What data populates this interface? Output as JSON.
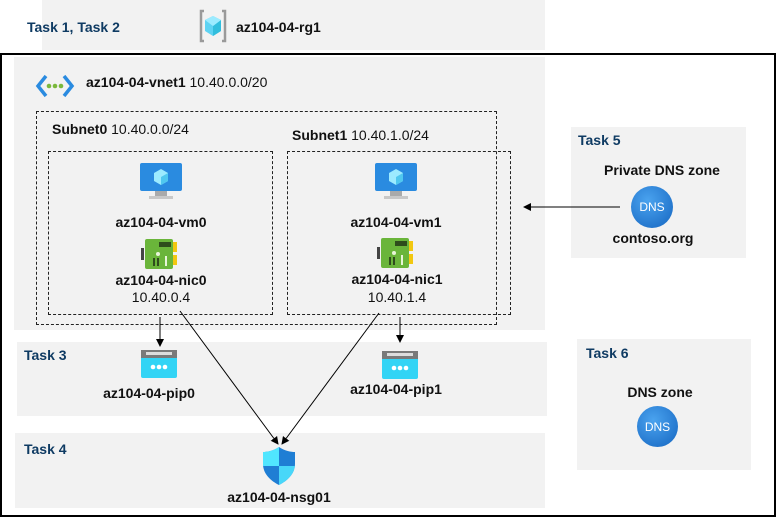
{
  "resource_group": {
    "task": "Task 1, Task 2",
    "name": "az104-04-rg1",
    "icon": "resource-group-icon"
  },
  "vnet": {
    "name": "az104-04-vnet1",
    "cidr": "10.40.0.0/20",
    "icon": "virtual-network-icon"
  },
  "subnets": [
    {
      "name": "Subnet0",
      "cidr": "10.40.0.0/24",
      "vm": "az104-04-vm0",
      "nic": "az104-04-nic0",
      "ip": "10.40.0.4"
    },
    {
      "name": "Subnet1",
      "cidr": "10.40.1.0/24",
      "vm": "az104-04-vm1",
      "nic": "az104-04-nic1",
      "ip": "10.40.1.4"
    }
  ],
  "task3": {
    "label": "Task 3",
    "pips": [
      "az104-04-pip0",
      "az104-04-pip1"
    ]
  },
  "task4": {
    "label": "Task 4",
    "nsg": "az104-04-nsg01"
  },
  "task5": {
    "label": "Task 5",
    "title": "Private DNS zone",
    "zone": "contoso.org",
    "icon_text": "DNS"
  },
  "task6": {
    "label": "Task 6",
    "title": "DNS zone",
    "icon_text": "DNS"
  },
  "colors": {
    "task_text": "#0f3b63",
    "panel": "#f2f2f2",
    "azure_blue": "#1e78d4"
  }
}
